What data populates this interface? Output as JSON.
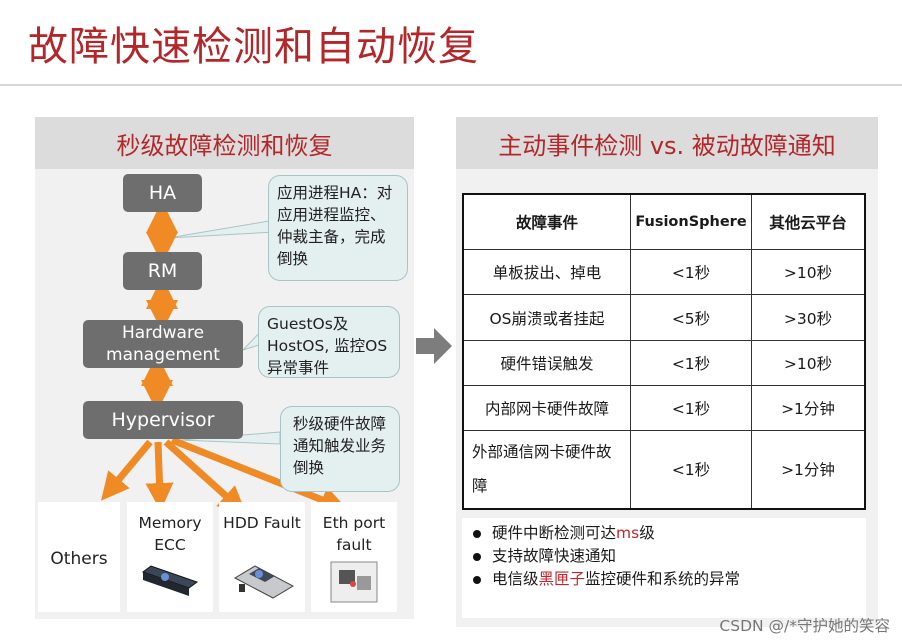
{
  "title": "故障快速检测和自动恢复",
  "left": {
    "heading": "秒级故障检测和恢复",
    "boxes": {
      "ha": "HA",
      "rm": "RM",
      "hw": "Hardware management",
      "hv": "Hypervisor"
    },
    "callouts": {
      "c1": "应用进程HA：对应用进程监控、仲裁主备，完成倒换",
      "c2": "GuestOs及HostOS, 监控OS异常事件",
      "c3": "秒级硬件故障通知触发业务倒换"
    },
    "cards": {
      "others": "Others",
      "memory": "Memory ECC",
      "hdd": "HDD Fault",
      "eth": "Eth port fault"
    }
  },
  "right": {
    "heading": "主动事件检测 vs. 被动故障通知",
    "table": {
      "headers": [
        "故障事件",
        "FusionSphere",
        "其他云平台"
      ],
      "rows": [
        [
          "单板拔出、掉电",
          "<1秒",
          ">10秒"
        ],
        [
          "OS崩溃或者挂起",
          "<5秒",
          ">30秒"
        ],
        [
          "硬件错误触发",
          "<1秒",
          ">10秒"
        ],
        [
          "内部网卡硬件故障",
          "<1秒",
          ">1分钟"
        ],
        [
          "外部通信网卡硬件故障",
          "<1秒",
          ">1分钟"
        ]
      ]
    },
    "bullets": {
      "b1a": "硬件中断检测可达",
      "b1b": "ms",
      "b1c": "级",
      "b2": "支持故障快速通知",
      "b3a": "电信级",
      "b3b": "黑匣子",
      "b3c": "监控硬件和系统的异常"
    }
  },
  "watermark": "CSDN @/*守护她的笑容",
  "colors": {
    "accent": "#b3272a",
    "arrow": "#f08a24",
    "box": "#6e6e6e",
    "panel": "#f1f1f1"
  }
}
